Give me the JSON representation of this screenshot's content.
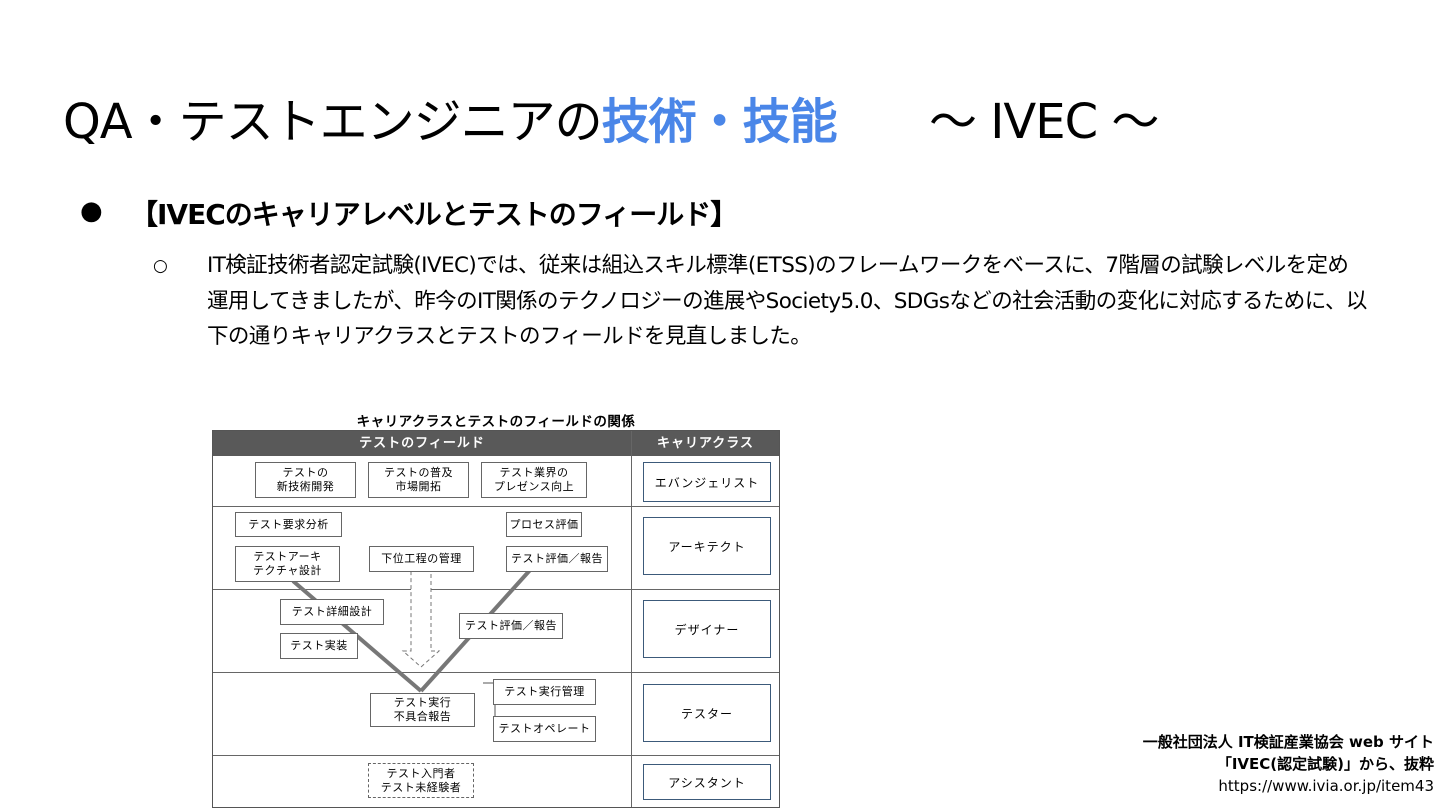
{
  "slide": {
    "title_main": "QA・テストエンジニアの",
    "title_accent": "技術・技能",
    "title_sub": "〜 IVEC 〜",
    "bullet_heading": "【IVECのキャリアレベルとテストのフィールド】",
    "paragraph": "IT検証技術者認定試験(IVEC)では、従来は組込スキル標準(ETSS)のフレームワークをベースに、7階層の試験レベルを定め運用してきましたが、昨今のIT関係のテクノロジーの進展やSociety5.0、SDGsなどの社会活動の変化に対応するために、以下の通りキャリアクラスとテストのフィールドを見直しました。",
    "accent_color": "#4a86e8"
  },
  "diagram": {
    "title": "キャリアクラスとテストのフィールドの関係",
    "header_left": "テストのフィールド",
    "header_right": "キャリアクラス",
    "boxes": {
      "new_tech": "テストの\n新技術開発",
      "spread": "テストの普及\n市場開拓",
      "presence": "テスト業界の\nプレゼンス向上",
      "req_analysis": "テスト要求分析",
      "architecture": "テストアーキ\nテクチャ設計",
      "lower_mgmt": "下位工程の管理",
      "process_eval": "プロセス評価",
      "eval_report_1": "テスト評価／報告",
      "detail_design": "テスト詳細設計",
      "implementation": "テスト実装",
      "eval_report_2": "テスト評価／報告",
      "exec_report": "テスト実行\n不具合報告",
      "exec_mgmt": "テスト実行管理",
      "operate": "テストオペレート",
      "beginner": "テスト入門者\nテスト未経験者"
    },
    "classes": [
      "エバンジェリスト",
      "アーキテクト",
      "デザイナー",
      "テスター",
      "アシスタント"
    ]
  },
  "credit": {
    "org": "一般社団法人 IT検証産業協会 web サイト",
    "source": "「IVEC(認定試験)」から、抜粋",
    "url": "https://www.ivia.or.jp/item43"
  }
}
